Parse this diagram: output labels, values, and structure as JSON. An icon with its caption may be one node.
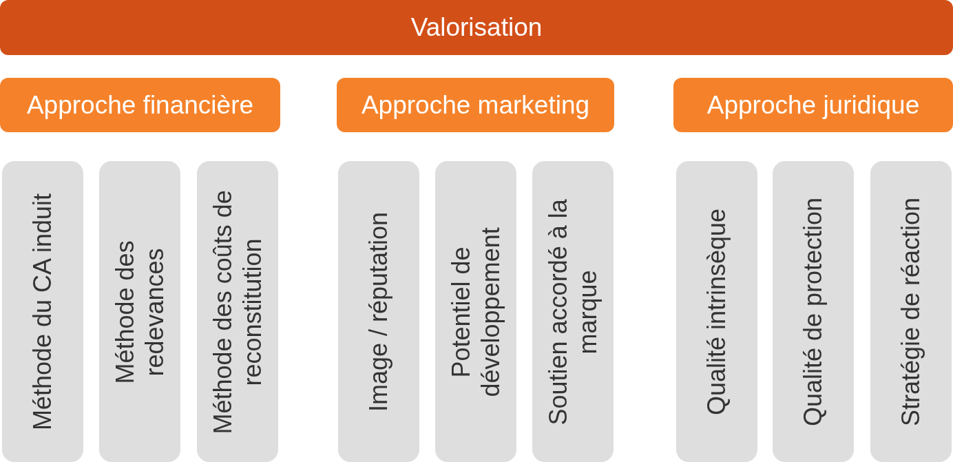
{
  "diagram": {
    "nodes": [
      {
        "text": [
          "Valorisation"
        ]
      },
      {
        "text": [
          "Approche financière"
        ]
      },
      {
        "text": [
          "Approche marketing"
        ]
      },
      {
        "text": [
          "Approche juridique"
        ]
      },
      {
        "text": [
          "Méthode du CA induit"
        ]
      },
      {
        "text": [
          "Méthode des redevances"
        ]
      },
      {
        "text": [
          "Méthode des coûts de reconstitution"
        ]
      },
      {
        "text": [
          "Image / réputation"
        ]
      },
      {
        "text": [
          "Potentiel de développement"
        ]
      },
      {
        "text": [
          "Soutien accordé à la marque"
        ]
      },
      {
        "text": [
          "Qualité intrinsèque"
        ]
      },
      {
        "text": [
          "Qualité de protection"
        ]
      },
      {
        "text": [
          "Stratégie de réaction"
        ]
      }
    ]
  }
}
